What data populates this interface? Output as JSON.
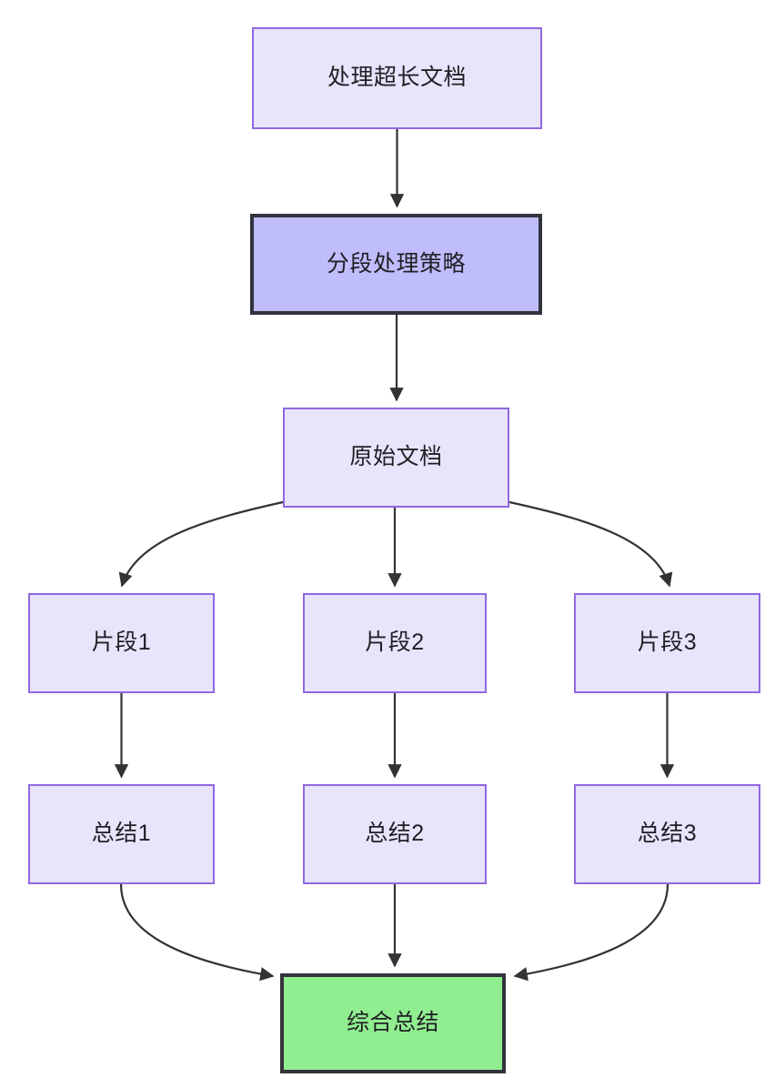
{
  "diagram": {
    "type": "flowchart",
    "direction": "top-to-bottom",
    "title": "处理超长文档",
    "background_color": "#ffffff",
    "palette": {
      "default_fill": "#e7e4fb",
      "default_stroke": "#9168e0",
      "highlight_fill": "#bfbdfc",
      "highlight_stroke": "#33333d",
      "result_fill": "#90ee90",
      "result_stroke": "#33333d",
      "edge_stroke": "#333333",
      "text_color": "#1f1f24"
    },
    "nodes": [
      {
        "id": "doc-input",
        "label": "处理超长文档",
        "style": "default"
      },
      {
        "id": "chunk-strategy",
        "label": "分段处理策略",
        "style": "highlight"
      },
      {
        "id": "source-doc",
        "label": "原始文档",
        "style": "default"
      },
      {
        "id": "fragment-1",
        "label": "片段1",
        "style": "default"
      },
      {
        "id": "fragment-2",
        "label": "片段2",
        "style": "default"
      },
      {
        "id": "fragment-3",
        "label": "片段3",
        "style": "default"
      },
      {
        "id": "summary-1",
        "label": "总结1",
        "style": "default"
      },
      {
        "id": "summary-2",
        "label": "总结2",
        "style": "default"
      },
      {
        "id": "summary-3",
        "label": "总结3",
        "style": "default"
      },
      {
        "id": "final-summary",
        "label": "综合总结",
        "style": "result"
      }
    ],
    "edges": [
      {
        "from": "doc-input",
        "to": "chunk-strategy",
        "shape": "straight"
      },
      {
        "from": "chunk-strategy",
        "to": "source-doc",
        "shape": "straight"
      },
      {
        "from": "source-doc",
        "to": "fragment-1",
        "shape": "curved"
      },
      {
        "from": "source-doc",
        "to": "fragment-2",
        "shape": "straight"
      },
      {
        "from": "source-doc",
        "to": "fragment-3",
        "shape": "curved"
      },
      {
        "from": "fragment-1",
        "to": "summary-1",
        "shape": "straight"
      },
      {
        "from": "fragment-2",
        "to": "summary-2",
        "shape": "straight"
      },
      {
        "from": "fragment-3",
        "to": "summary-3",
        "shape": "straight"
      },
      {
        "from": "summary-1",
        "to": "final-summary",
        "shape": "curved"
      },
      {
        "from": "summary-2",
        "to": "final-summary",
        "shape": "straight"
      },
      {
        "from": "summary-3",
        "to": "final-summary",
        "shape": "curved"
      }
    ]
  }
}
